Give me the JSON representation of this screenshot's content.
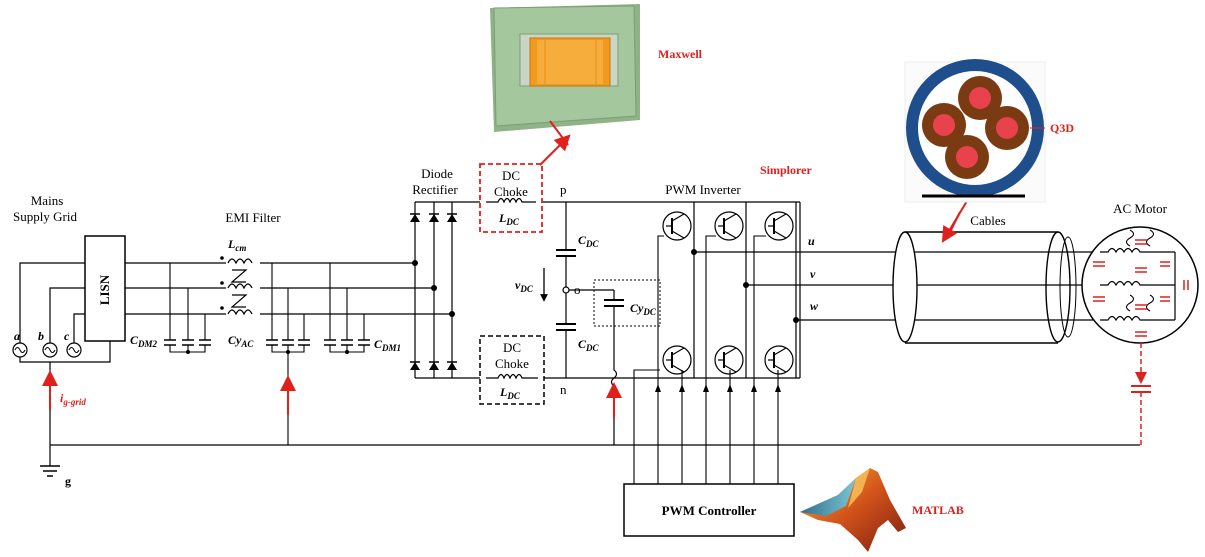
{
  "labels": {
    "mains_line1": "Mains",
    "mains_line2": "Supply Grid",
    "lisn": "LISN",
    "phase_a": "a",
    "phase_b": "b",
    "phase_c": "c",
    "ground": "g",
    "i_grid": "i",
    "i_grid_sub": "g-grid",
    "emi_filter": "EMI Filter",
    "lcm": "L",
    "lcm_sub": "cm",
    "cdm2": "C",
    "cdm2_sub": "DM2",
    "cyac": "Cy",
    "cyac_sub": "AC",
    "cdm1": "C",
    "cdm1_sub": "DM1",
    "diode_line1": "Diode",
    "diode_line2": "Rectifier",
    "dc_choke_line1": "DC",
    "dc_choke_line2": "Choke",
    "ldc": "L",
    "ldc_sub": "DC",
    "node_p": "p",
    "node_n": "n",
    "node_o": "o",
    "cdc": "C",
    "cdc_sub": "DC",
    "vdc": "v",
    "vdc_sub": "DC",
    "cydc": "Cy",
    "cydc_sub": "DC",
    "pwm_inverter": "PWM Inverter",
    "out_u": "u",
    "out_v": "v",
    "out_w": "w",
    "cables": "Cables",
    "ac_motor": "AC Motor",
    "pwm_controller": "PWM Controller",
    "maxwell": "Maxwell",
    "q3d": "Q3D",
    "simplorer": "Simplorer",
    "matlab": "MATLAB"
  },
  "colors": {
    "wire": "#000000",
    "highlight": "#e0201b",
    "core_green": "#a4c79e",
    "winding_orange": "#f29a1f",
    "cable_jacket": "#1f4e8c",
    "cable_insulation": "#7a3b12",
    "cable_conductor": "#e8424d"
  }
}
